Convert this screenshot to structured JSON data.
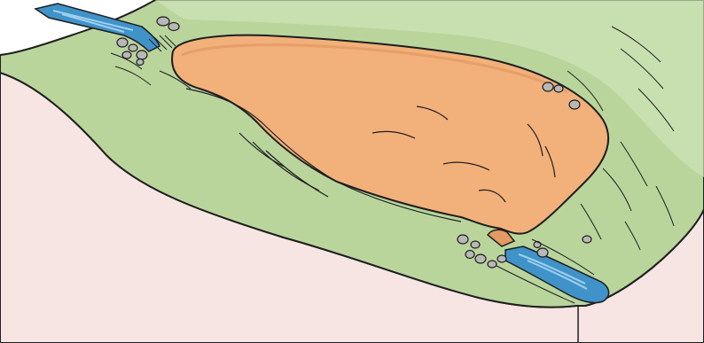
{
  "colors": {
    "background": "#ffffff",
    "terrain_side": "#f6e5e3",
    "hillside": "#b9d59c",
    "hillside_light": "#cfe2b8",
    "deposit": "#f2b07a",
    "deposit_dark": "#e39a63",
    "water": "#3f93c9",
    "water_light": "#9fd0ee",
    "rock": "#b8b8b8",
    "outline": "#1e1e1e"
  },
  "features": {
    "terrain_block": "terrain-block",
    "hillside_surface": "hillside-surface",
    "landslide_deposit": "landslide-deposit",
    "upstream_channel": "upstream-river",
    "downstream_channel": "downstream-river",
    "rock_clusters": [
      "rocks-upper-left",
      "rocks-right-edge",
      "rocks-dam-toe"
    ]
  }
}
